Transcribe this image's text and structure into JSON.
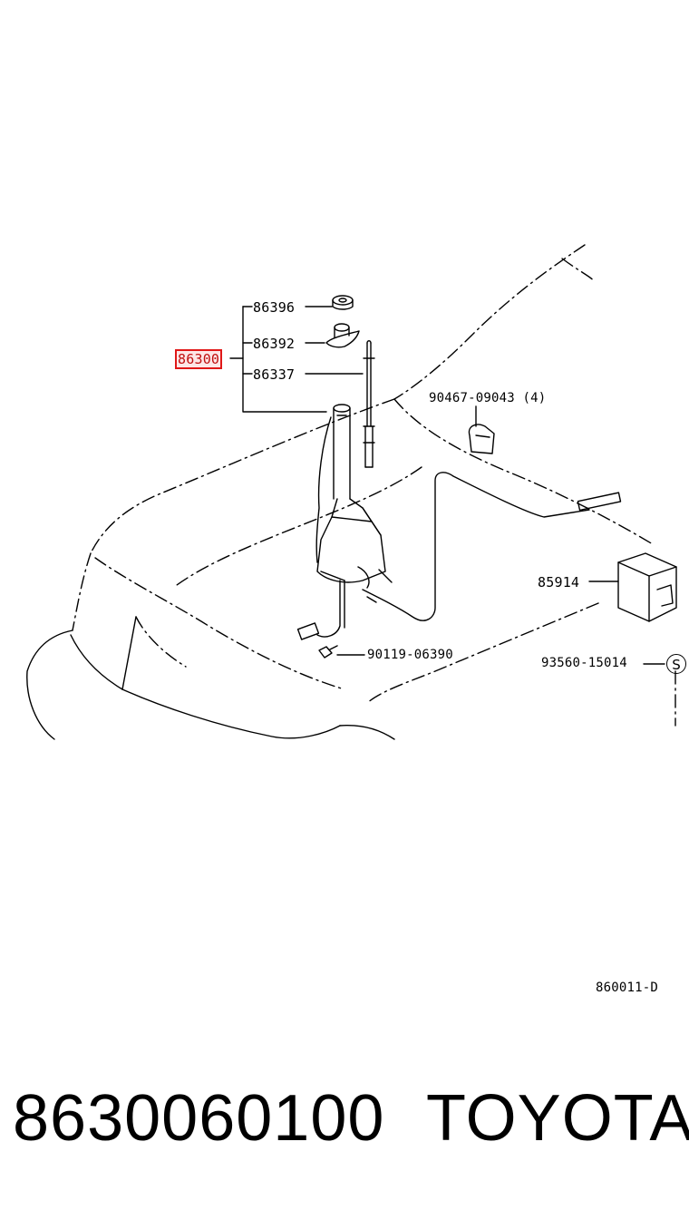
{
  "callouts": {
    "part_86396": "86396",
    "part_86392": "86392",
    "part_86300": "86300",
    "part_86337": "86337",
    "part_90467": "90467-09043 (4)",
    "part_85914": "85914",
    "part_90119": "90119-06390",
    "part_93560": "93560-15014",
    "symbol_s": "S"
  },
  "diagram_code": "860011-D",
  "highlight_color": "#e01818",
  "footer": {
    "part_number": "8630060100",
    "brand": "TOYOTA"
  }
}
